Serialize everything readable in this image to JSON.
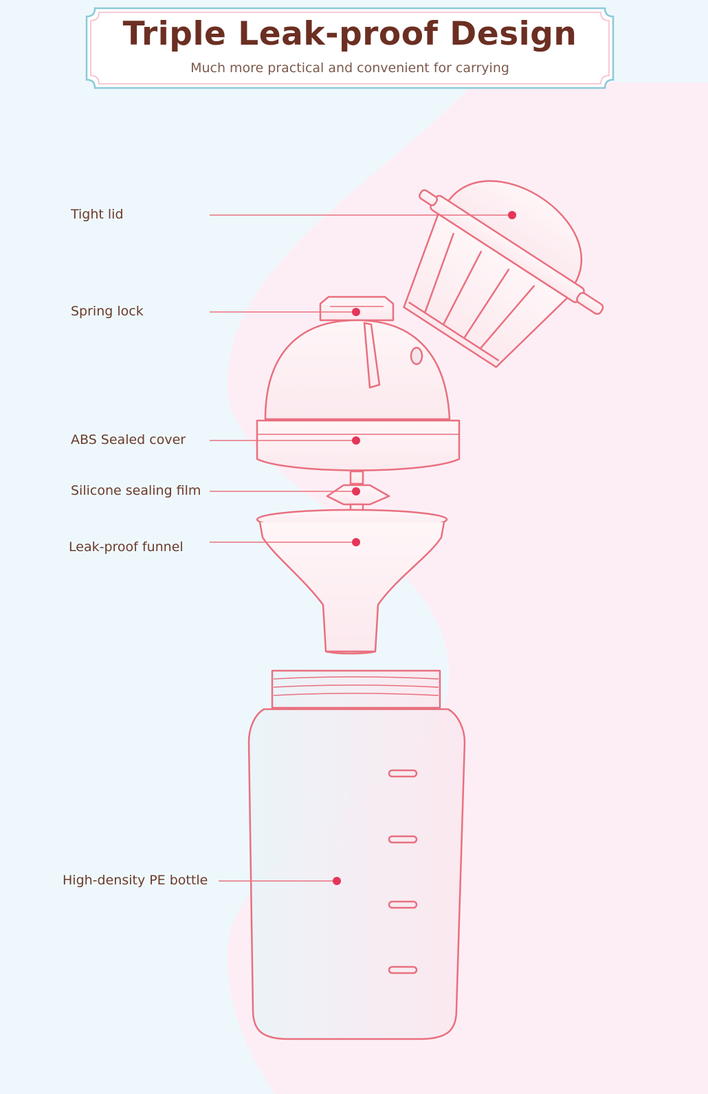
{
  "header": {
    "title": "Triple Leak-proof Design",
    "subtitle": "Much more practical and convenient for carrying"
  },
  "callouts": [
    {
      "id": "tight-lid",
      "label": "Tight lid"
    },
    {
      "id": "spring-lock",
      "label": "Spring lock"
    },
    {
      "id": "abs-sealed-cover",
      "label": "ABS Sealed cover"
    },
    {
      "id": "silicone-sealing-film",
      "label": "Silicone sealing film"
    },
    {
      "id": "leak-proof-funnel",
      "label": "Leak-proof funnel"
    },
    {
      "id": "pe-bottle",
      "label": "High-density PE bottle"
    }
  ],
  "colors": {
    "background_left": "#eef8fc",
    "background_right": "#fdeef5",
    "title": "#6b2f22",
    "outline": "#e9707f",
    "dot": "#e5365a",
    "banner_border": "#8cc9d8"
  }
}
